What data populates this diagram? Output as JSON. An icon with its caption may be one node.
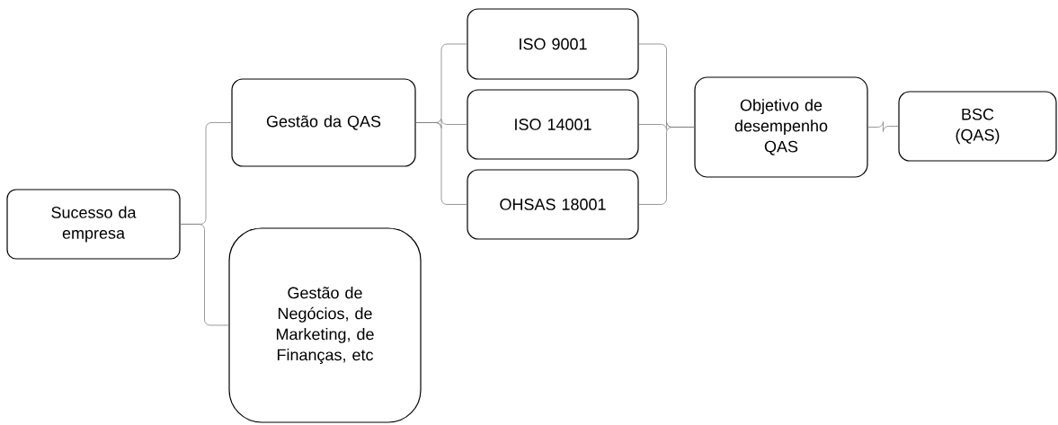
{
  "diagram": {
    "nodes": [
      {
        "text": [
          "Sucesso da empresa"
        ]
      },
      {
        "text": [
          "Gestão da QAS"
        ]
      },
      {
        "text": [
          "Gestão de Negócios, de Marketing, de Finanças, etc"
        ]
      },
      {
        "text": [
          "ISO 9001"
        ]
      },
      {
        "text": [
          "ISO 14001"
        ]
      },
      {
        "text": [
          "OHSAS 18001"
        ]
      },
      {
        "text": [
          "Objetivo de desempenho QAS"
        ]
      },
      {
        "text": [
          "BSC (QAS)"
        ]
      }
    ],
    "edges": [
      {
        "from": 0,
        "to": 1,
        "arrow": "none"
      },
      {
        "from": 0,
        "to": 2,
        "arrow": "none"
      },
      {
        "from": 1,
        "to": 3,
        "arrow": "none"
      },
      {
        "from": 1,
        "to": 4,
        "arrow": "none"
      },
      {
        "from": 1,
        "to": 5,
        "arrow": "none"
      },
      {
        "from": 3,
        "to": 6,
        "arrow": "none"
      },
      {
        "from": 4,
        "to": 6,
        "arrow": "none"
      },
      {
        "from": 5,
        "to": 6,
        "arrow": "none"
      },
      {
        "from": 6,
        "to": 7,
        "arrow": "none"
      }
    ]
  }
}
